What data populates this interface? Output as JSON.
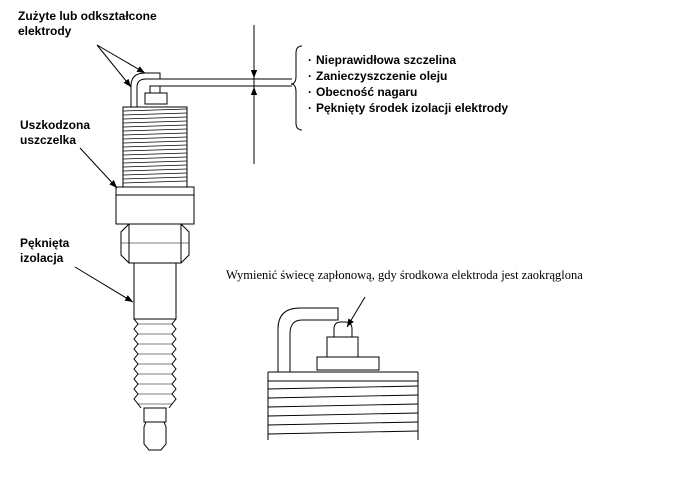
{
  "labels": {
    "worn_electrodes": [
      "Zużyte lub odkształcone",
      "elektrody"
    ],
    "damaged_gasket": [
      "Uszkodzona",
      "uszczelka"
    ],
    "cracked_insulation": [
      "Pęknięta",
      "izolacja"
    ]
  },
  "causes": [
    "Nieprawidłowa szczelina",
    "Zanieczyszczenie oleju",
    "Obecność nagaru",
    "Pęknięty środek izolacji elektrody"
  ],
  "bullet": "·",
  "note": "Wymienić świecę zapłonową, gdy środkowa elektroda jest zaokrąglona"
}
